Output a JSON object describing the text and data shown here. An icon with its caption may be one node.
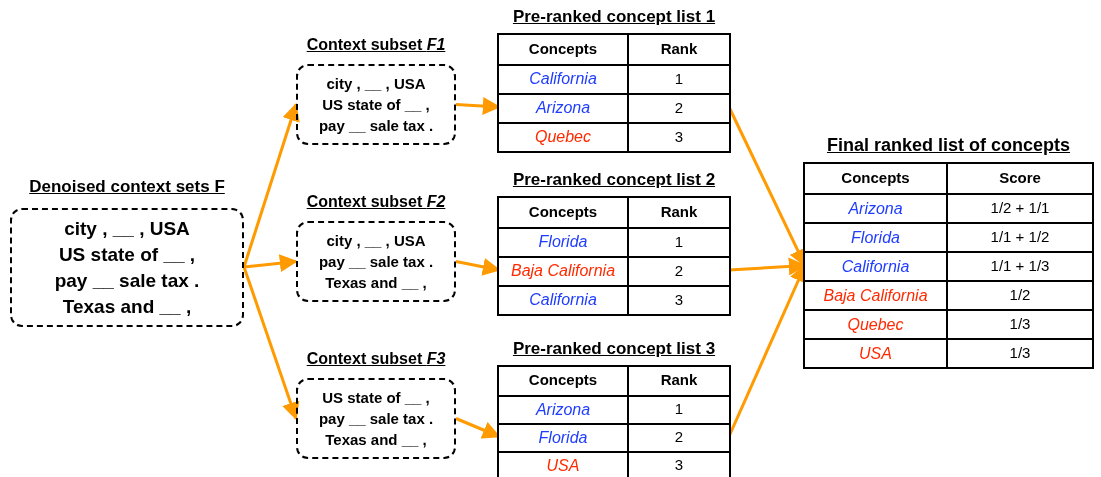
{
  "diagram": {
    "nodes": [
      {
        "text": [
          "Denoised context sets F",
          "city , __ , USA",
          "US state of __ ,",
          "pay __ sale tax .",
          "Texas and __ ,"
        ]
      },
      {
        "text": [
          "Context subset *F1*",
          "city , __ , USA",
          "US state of __ ,",
          "pay __ sale tax ."
        ]
      },
      {
        "text": [
          "Context subset *F2*",
          "city , __ , USA",
          "pay __ sale tax .",
          "Texas and __ ,"
        ]
      },
      {
        "text": [
          "Context subset *F3*",
          "US state of __ ,",
          "pay __ sale tax .",
          "Texas and __ ,"
        ]
      },
      {
        "text": [
          "Pre-ranked concept list 1"
        ]
      },
      {
        "text": [
          "Concepts",
          "Rank"
        ],
        "in": 4
      },
      {
        "text": [
          "California",
          "1"
        ],
        "in": 4
      },
      {
        "text": [
          "Arizona",
          "2"
        ],
        "in": 4
      },
      {
        "text": [
          "Quebec",
          "3"
        ],
        "in": 4
      },
      {
        "text": [
          "Pre-ranked concept list 2"
        ]
      },
      {
        "text": [
          "Concepts",
          "Rank"
        ],
        "in": 9
      },
      {
        "text": [
          "Florida",
          "1"
        ],
        "in": 9
      },
      {
        "text": [
          "Baja California",
          "2"
        ],
        "in": 9
      },
      {
        "text": [
          "California",
          "3"
        ],
        "in": 9
      },
      {
        "text": [
          "Pre-ranked concept list 3"
        ]
      },
      {
        "text": [
          "Concepts",
          "Rank"
        ],
        "in": 14
      },
      {
        "text": [
          "Arizona",
          "1"
        ],
        "in": 14
      },
      {
        "text": [
          "Florida",
          "2"
        ],
        "in": 14
      },
      {
        "text": [
          "USA",
          "3"
        ],
        "in": 14
      },
      {
        "text": [
          "Final ranked list of concepts"
        ]
      },
      {
        "text": [
          "Concepts",
          "Score"
        ],
        "in": 19
      },
      {
        "text": [
          "Arizona",
          "1/2 + 1/1"
        ],
        "in": 19
      },
      {
        "text": [
          "Florida",
          "1/1 + 1/2"
        ],
        "in": 19
      },
      {
        "text": [
          "California",
          "1/1 + 1/3"
        ],
        "in": 19
      },
      {
        "text": [
          "Baja California",
          "1/2"
        ],
        "in": 19
      },
      {
        "text": [
          "Quebec",
          "1/3"
        ],
        "in": 19
      },
      {
        "text": [
          "USA",
          "1/3"
        ],
        "in": 19
      }
    ],
    "edges": [
      {
        "from": 0,
        "to": 1,
        "arrow": "to"
      },
      {
        "from": 0,
        "to": 2,
        "arrow": "to"
      },
      {
        "from": 0,
        "to": 3,
        "arrow": "to"
      },
      {
        "from": 1,
        "to": 7,
        "arrow": "to"
      },
      {
        "from": 2,
        "to": 12,
        "arrow": "to"
      },
      {
        "from": 3,
        "to": 17,
        "arrow": "to"
      },
      {
        "from": 7,
        "to": 23,
        "arrow": "to"
      },
      {
        "from": 12,
        "to": 23,
        "arrow": "to"
      },
      {
        "from": 17,
        "to": 23,
        "arrow": "to"
      }
    ]
  }
}
